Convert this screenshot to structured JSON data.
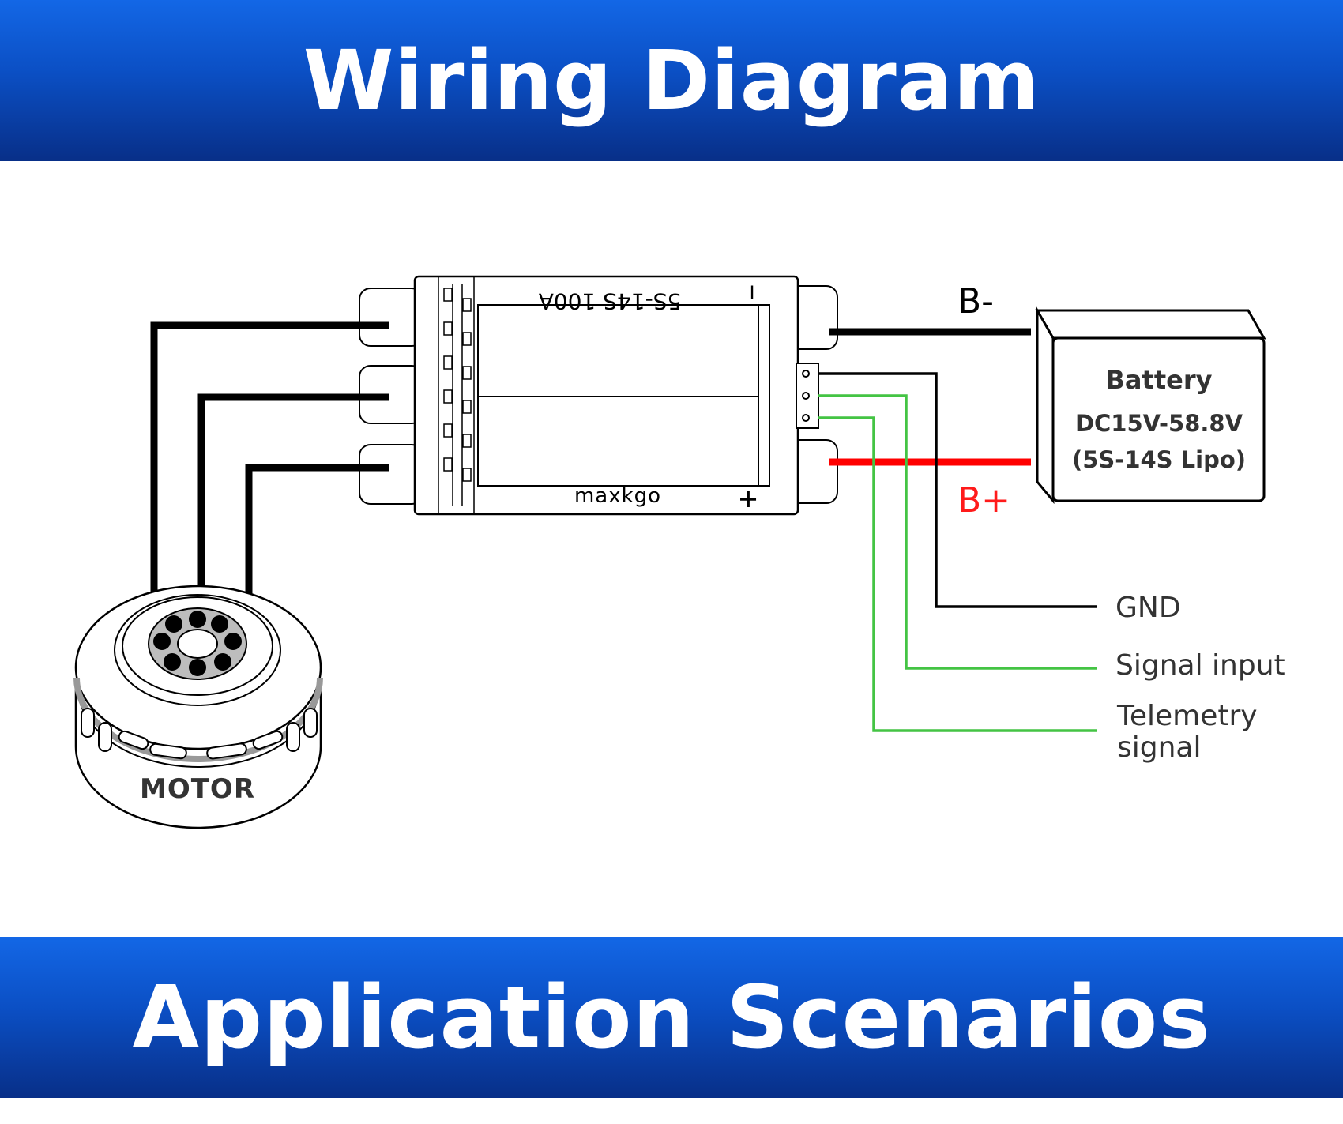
{
  "header": {
    "title": "Wiring Diagram"
  },
  "footer": {
    "title": "Application Scenarios"
  },
  "esc": {
    "model_label": "5S-14S 100A",
    "brand": "maxkgo",
    "minus_symbol": "I",
    "plus_symbol": "+"
  },
  "battery": {
    "title": "Battery",
    "voltage": "DC15V-58.8V",
    "cells": "(5S-14S Lipo)"
  },
  "power_leads": {
    "negative_label": "B-",
    "positive_label": "B+"
  },
  "signal_leads": {
    "gnd": "GND",
    "signal_input": "Signal input",
    "telemetry_line1": "Telemetry",
    "telemetry_line2": "signal"
  },
  "motor": {
    "label": "MOTOR"
  },
  "colors": {
    "banner_blue": "#0b4fc4",
    "wire_black": "#000000",
    "wire_red": "#ff0000",
    "wire_green": "#44c444",
    "label_red": "#ff1a1a",
    "text_dark": "#333333"
  }
}
